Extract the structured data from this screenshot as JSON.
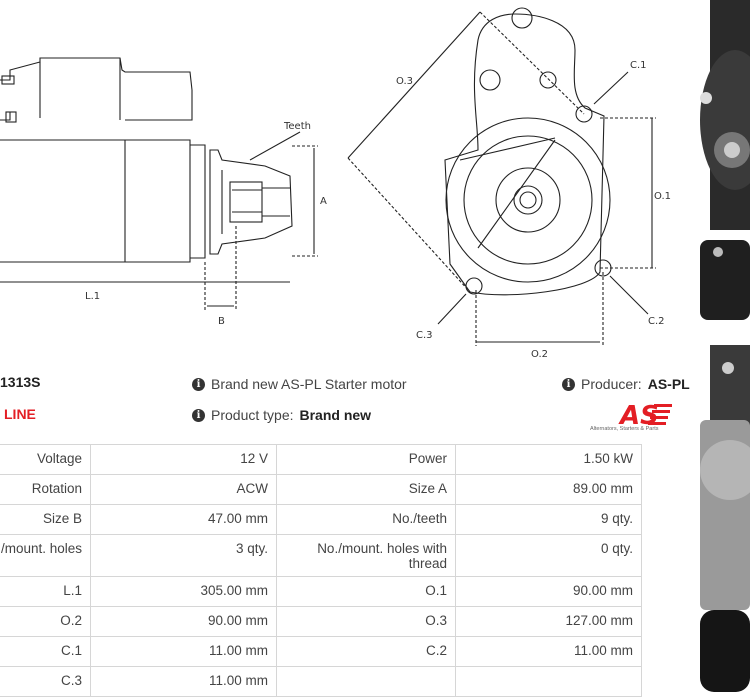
{
  "drawing": {
    "labels": {
      "teeth": "Teeth",
      "a": "A",
      "l1": "L.1",
      "b": "B",
      "o3": "O.3",
      "c1": "C.1",
      "o1": "O.1",
      "c2": "C.2",
      "c3": "C.3",
      "o2": "O.2"
    }
  },
  "product": {
    "sku": "1313S",
    "line": "LINE",
    "description_prefix": "Brand new AS-PL Starter motor",
    "producer_label": "Producer:",
    "producer": "AS-PL",
    "type_label": "Product type:",
    "type": "Brand new",
    "logo_text": "AS",
    "logo_tagline": "Alternators, Starters & Parts"
  },
  "colors": {
    "accent": "#e31e24"
  },
  "specs": [
    [
      "Voltage",
      "12 V",
      "Power",
      "1.50 kW"
    ],
    [
      "Rotation",
      "ACW",
      "Size A",
      "89.00 mm"
    ],
    [
      "Size B",
      "47.00 mm",
      "No./teeth",
      "9 qty."
    ],
    [
      "/mount. holes",
      "3 qty.",
      "No./mount. holes with thread",
      "0 qty."
    ],
    [
      "L.1",
      "305.00 mm",
      "O.1",
      "90.00 mm"
    ],
    [
      "O.2",
      "90.00 mm",
      "O.3",
      "127.00 mm"
    ],
    [
      "C.1",
      "11.00 mm",
      "C.2",
      "11.00 mm"
    ],
    [
      "C.3",
      "11.00 mm",
      "",
      ""
    ]
  ]
}
